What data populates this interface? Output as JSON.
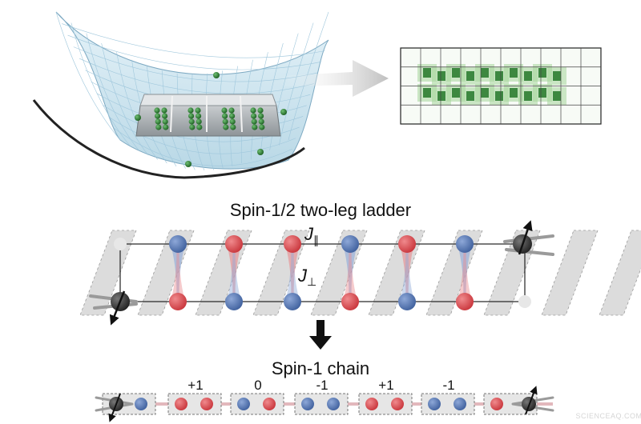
{
  "figure": {
    "ladder_title": "Spin-1/2 two-leg ladder",
    "coupling_parallel": "J",
    "coupling_parallel_sub": "∥",
    "coupling_perp": "J",
    "coupling_perp_sub": "⊥",
    "chain_title": "Spin-1 chain",
    "chain_values": [
      "+1",
      "0",
      "-1",
      "+1",
      "-1"
    ],
    "watermark": "SCIENCEAQ.COM"
  },
  "colors": {
    "red_spin": "#d8464b",
    "blue_spin": "#5577b6",
    "grey_spin": "#3a3a3a",
    "green_atoms": "#2e7d32",
    "grid_blue": "#9fc7dc"
  },
  "ladder": {
    "top_row": [
      "blue",
      "red",
      "red",
      "blue",
      "red",
      "blue"
    ],
    "bottom_row": [
      "red",
      "blue",
      "blue",
      "red",
      "blue",
      "red"
    ]
  },
  "chain": {
    "pairs": [
      [
        "red",
        "red"
      ],
      [
        "blue",
        "red"
      ],
      [
        "blue",
        "blue"
      ],
      [
        "red",
        "red"
      ],
      [
        "blue",
        "blue"
      ]
    ]
  }
}
